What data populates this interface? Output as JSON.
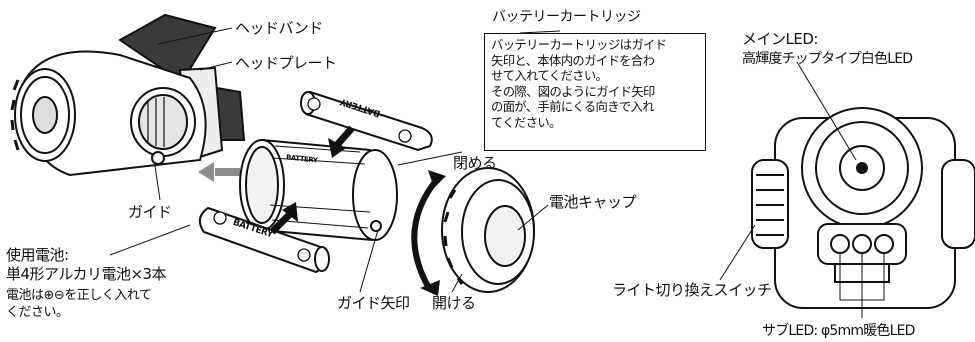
{
  "labels": {
    "headband": "ヘッドバンド",
    "headplate": "ヘッドプレート",
    "battery_cartridge": "バッテリーカートリッジ",
    "guide": "ガイド",
    "guide_arrow": "ガイド矢印",
    "close": "閉める",
    "open": "開ける",
    "battery_cap": "電池キャップ",
    "main_led_line1": "メインLED:",
    "main_led_line2": "高輝度チップタイプ白色LED",
    "light_switch": "ライト切り換えスイッチ",
    "sub_led": "サブLED: φ5mm暖色LED"
  },
  "battery_note": {
    "line1": "使用電池:",
    "line2": "単4形アルカリ電池×3本",
    "line3": "電池は⊕⊖を正しく入れて",
    "line4": "ください。"
  },
  "cartridge_note": {
    "lines": [
      "バッテリーカートリッジはガイド",
      "矢印と、本体内のガイドを合わ",
      "せて入れてください。",
      "その際、図のようにガイド矢印",
      "の面が、手前にくる向きで入れ",
      "てください。"
    ]
  },
  "battery_print": "BATTERY",
  "colors": {
    "line": "#111111",
    "fill": "#ffffff",
    "gray": "#8c8c8c",
    "dark": "#2a2a2a"
  }
}
